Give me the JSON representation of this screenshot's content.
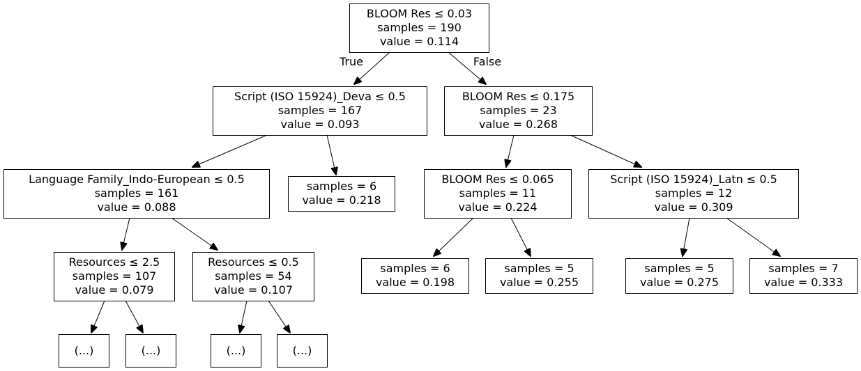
{
  "edge_labels": {
    "true_label": "True",
    "false_label": "False"
  },
  "nodes": {
    "n0": {
      "line1": "BLOOM Res ≤ 0.03",
      "line2": "samples = 190",
      "line3": "value = 0.114"
    },
    "n1": {
      "line1": "Script (ISO 15924)_Deva ≤ 0.5",
      "line2": "samples = 167",
      "line3": "value = 0.093"
    },
    "n2": {
      "line1": "BLOOM Res ≤ 0.175",
      "line2": "samples = 23",
      "line3": "value = 0.268"
    },
    "n3": {
      "line1": "Language Family_Indo-European ≤ 0.5",
      "line2": "samples = 161",
      "line3": "value = 0.088"
    },
    "n4": {
      "line1": "samples = 6",
      "line2": "value = 0.218"
    },
    "n5": {
      "line1": "BLOOM Res ≤ 0.065",
      "line2": "samples = 11",
      "line3": "value = 0.224"
    },
    "n6": {
      "line1": "Script (ISO 15924)_Latn ≤ 0.5",
      "line2": "samples = 12",
      "line3": "value = 0.309"
    },
    "n7": {
      "line1": "Resources ≤ 2.5",
      "line2": "samples = 107",
      "line3": "value = 0.079"
    },
    "n8": {
      "line1": "Resources ≤ 0.5",
      "line2": "samples = 54",
      "line3": "value = 0.107"
    },
    "n9": {
      "line1": "samples = 6",
      "line2": "value = 0.198"
    },
    "n10": {
      "line1": "samples = 5",
      "line2": "value = 0.255"
    },
    "n11": {
      "line1": "samples = 5",
      "line2": "value = 0.275"
    },
    "n12": {
      "line1": "samples = 7",
      "line2": "value = 0.333"
    },
    "n13": {
      "line1": "(...)"
    },
    "n14": {
      "line1": "(...)"
    },
    "n15": {
      "line1": "(...)"
    },
    "n16": {
      "line1": "(...)"
    }
  }
}
